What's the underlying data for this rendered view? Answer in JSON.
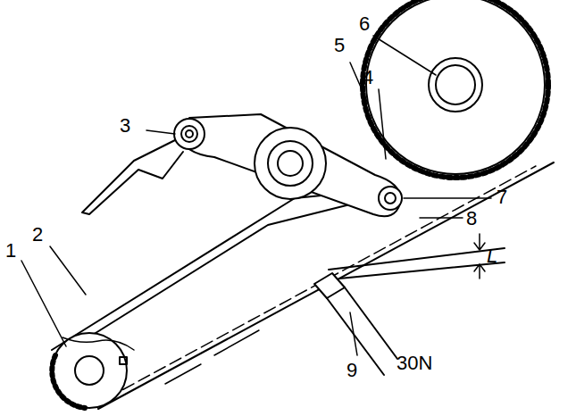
{
  "diagram": {
    "labels": [
      "6",
      "5",
      "4",
      "3",
      "7",
      "8",
      "L",
      "1",
      "2",
      "30N",
      "9"
    ]
  }
}
